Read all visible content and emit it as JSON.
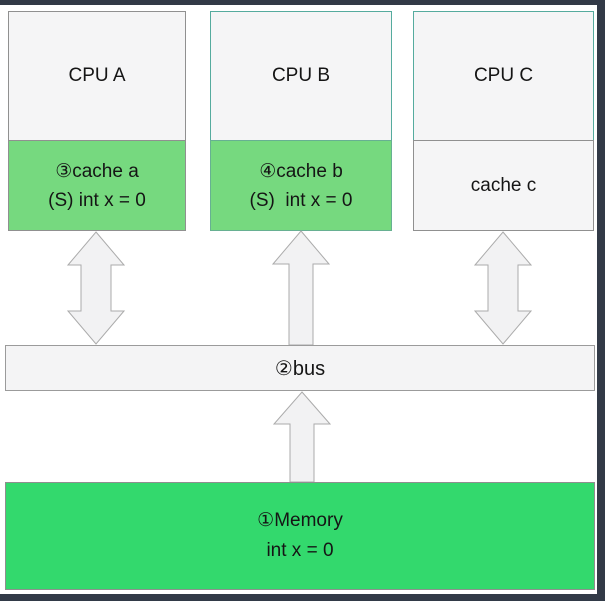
{
  "diagram": {
    "cpu_a": "CPU A",
    "cache_a_line1": "③cache a",
    "cache_a_line2": "(S) int x = 0",
    "cpu_b": "CPU B",
    "cache_b_line1": "④cache b",
    "cache_b_line2": "(S)  int x = 0",
    "cpu_c": "CPU C",
    "cache_c": "cache c",
    "bus": "②bus",
    "memory_line1": "①Memory",
    "memory_line2": "int x = 0"
  },
  "colors": {
    "frame": "#323a47",
    "cpu_fill": "#f5f5f6",
    "cache_green": "#76d97f",
    "memory_green": "#33d96d",
    "teal_border": "#55ab9e",
    "gray_border": "#909090",
    "arrow_fill": "#f2f2f3",
    "arrow_stroke": "#ababab"
  }
}
